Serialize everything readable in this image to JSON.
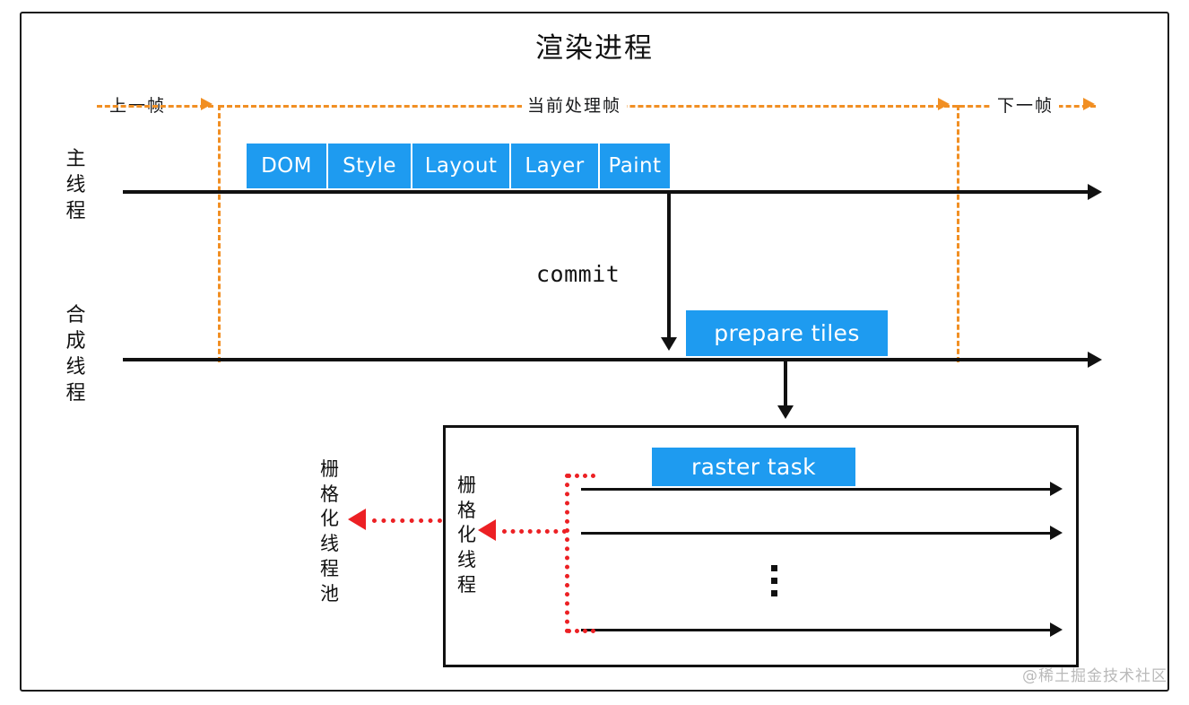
{
  "title": "渲染进程",
  "watermark": "@稀土掘金技术社区",
  "timeline": {
    "previous_frame_label": "上一帧",
    "current_frame_label": "当前处理帧",
    "next_frame_label": "下一帧"
  },
  "lanes": [
    {
      "id": "main-thread",
      "label": "主线程"
    },
    {
      "id": "compositor-thread",
      "label": "合成线程"
    }
  ],
  "main_thread_stages": [
    {
      "label": "DOM"
    },
    {
      "label": "Style"
    },
    {
      "label": "Layout"
    },
    {
      "label": "Layer"
    },
    {
      "label": "Paint"
    }
  ],
  "connectors": {
    "commit_label": "commit"
  },
  "compositor_stages": [
    {
      "label": "prepare tiles"
    }
  ],
  "raster": {
    "panel_title": "raster task",
    "pool_label": "栅格化线程池",
    "thread_label": "栅格化线程",
    "rows": [
      {
        "id": "raster-row-1"
      },
      {
        "id": "raster-row-2"
      },
      {
        "id": "raster-row-3"
      }
    ],
    "ellipsis": "⋮"
  },
  "colors": {
    "accent_blue": "#1e9bf0",
    "frame_orange": "#f18f23",
    "raster_red": "#ec2024",
    "ink": "#111111"
  }
}
